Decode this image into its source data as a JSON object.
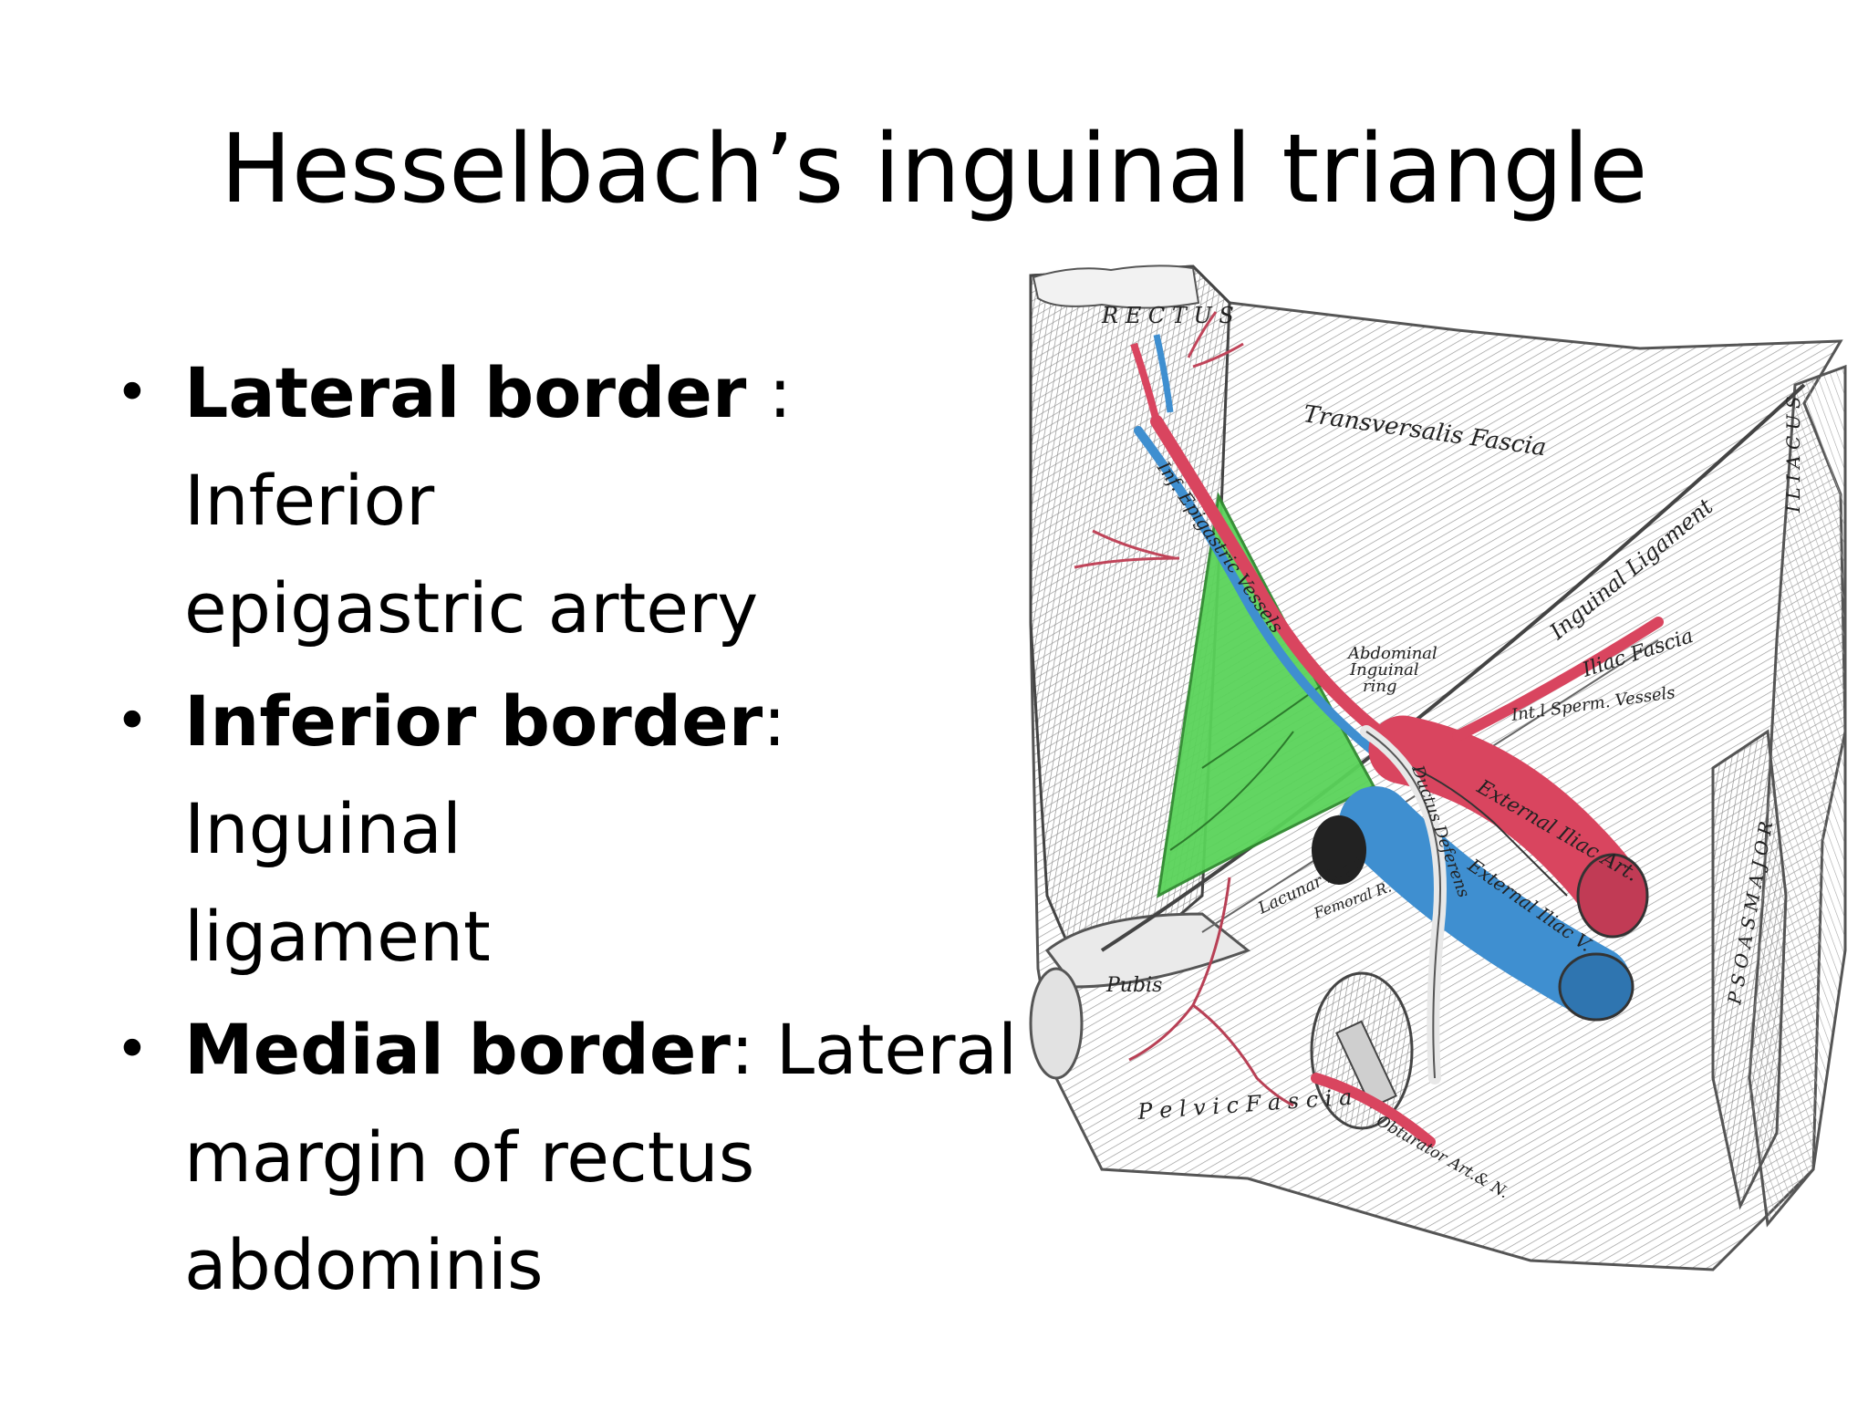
{
  "slide": {
    "title": "Hesselbach’s inguinal triangle",
    "bullets": [
      {
        "term": "Lateral border",
        "sep": " : ",
        "desc_line1": "Inferior",
        "desc_rest": "epigastric artery"
      },
      {
        "term": "Inferior border",
        "sep": ": ",
        "desc_line1": "Inguinal",
        "desc_rest": "ligament"
      },
      {
        "term": "Medial border",
        "sep": ": ",
        "desc_line1": "Lateral",
        "desc_rest": "margin of rectus abdominis"
      }
    ],
    "bullet_glyph": "•"
  },
  "figure": {
    "labels": {
      "rectus": "R E C T U S",
      "transversalis": "Transversalis Fascia",
      "inguinal_ligament": "Inguinal Ligament",
      "iliac_fascia": "Iliac Fascia",
      "iliacus": "I L I A C U S",
      "psoas": "P S O A S   M A J O R",
      "epigastric_vessels": "Inf. Epigastric Vessels",
      "abdominal_ring_1": "Abdominal",
      "abdominal_ring_2": "Inguinal",
      "abdominal_ring_3": "ring",
      "sperm_vessels": "Int.l Sperm. Vessels",
      "ductus": "Ductus Deferens",
      "ext_iliac_art": "External Iliac Art.",
      "ext_iliac_v": "External Iliac V.",
      "lacunar": "Lacunar Lig.t",
      "femoral": "Femoral R.",
      "pubis": "Pubis",
      "pelvic_fascia": "P e l v i c        F a s c i a",
      "obturator": "Obturator Art.& N."
    },
    "colors": {
      "triangle": "#5ad35a",
      "artery": "#d9455f",
      "vein": "#3f8fd0",
      "line": "#333333"
    }
  }
}
